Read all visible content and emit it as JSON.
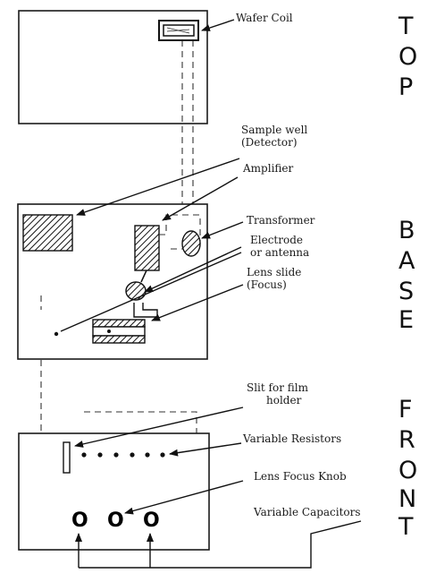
{
  "section_labels": {
    "top": [
      "T",
      "O",
      "P"
    ],
    "base": [
      "B",
      "A",
      "S",
      "E"
    ],
    "front": [
      "F",
      "R",
      "O",
      "N",
      "T"
    ]
  },
  "labels": {
    "wafer_coil": "Wafer Coil",
    "sample_well": [
      "Sample well",
      "(Detector)"
    ],
    "amplifier": "Amplifier",
    "transformer": "Transformer",
    "electrode": [
      "Electrode",
      "or antenna"
    ],
    "lens_slide": [
      "Lens slide",
      "(Focus)"
    ],
    "slit": [
      "Slit for film",
      "holder"
    ],
    "variable_resistors": "Variable Resistors",
    "lens_focus_knob": "Lens Focus Knob",
    "variable_capacitors": "Variable Capacitors"
  },
  "front_panel": {
    "knob_glyphs": [
      "O",
      "O",
      "O"
    ]
  },
  "colors": {
    "ink": "#1a1a1a",
    "background": "#ffffff"
  }
}
